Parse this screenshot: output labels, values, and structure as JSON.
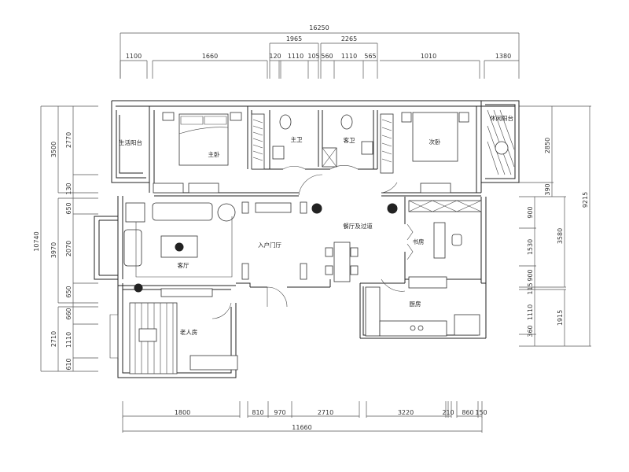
{
  "dimensions": {
    "top": {
      "overall": "16250",
      "groups": [
        "1965",
        "2265"
      ],
      "segments": [
        "1100",
        "1660",
        "120",
        "1110",
        "105",
        "560",
        "1110",
        "565",
        "1010",
        "1380"
      ]
    },
    "bottom": {
      "segments": [
        "1800",
        "810",
        "970",
        "2710",
        "3220",
        "210",
        "860",
        "150"
      ],
      "overall": "11660"
    },
    "left": {
      "overall": "10740",
      "groups": [
        "3500",
        "3970",
        "2710"
      ],
      "segments": [
        "2770",
        "130",
        "650",
        "2070",
        "650",
        "660",
        "1110",
        "610"
      ]
    },
    "right": {
      "overall": "9215",
      "groups": [
        "2850",
        "390",
        "3580",
        "1915"
      ],
      "segments": [
        "900",
        "1530",
        "900",
        "115",
        "1110",
        "360"
      ]
    }
  },
  "rooms": {
    "utility_balcony": "生活阳台",
    "master_bedroom": "主卧",
    "master_bath": "主卫",
    "guest_bath": "客卫",
    "second_bedroom": "次卧",
    "leisure_balcony": "休闲阳台",
    "living_room": "客厅",
    "entrance_hall": "入户门厅",
    "dining_corridor": "餐厅及过道",
    "study": "书房",
    "kitchen": "厨房",
    "elder_room": "老人房"
  }
}
